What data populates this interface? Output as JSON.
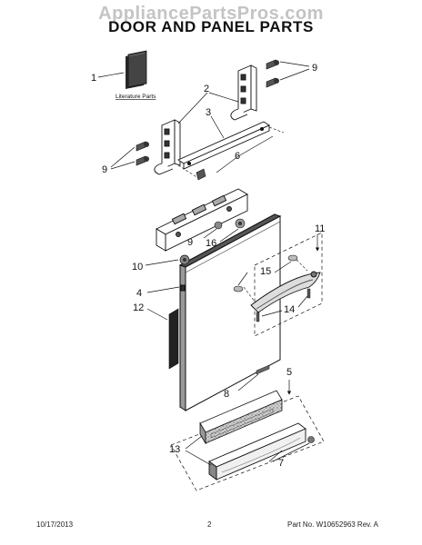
{
  "watermark": "AppliancePartsPros.com",
  "title": "DOOR AND PANEL PARTS",
  "literature_caption": "Literature Parts",
  "callouts": {
    "c1": "1",
    "c2": "2",
    "c3": "3",
    "c4": "4",
    "c5": "5",
    "c6": "6",
    "c7": "7",
    "c8": "8",
    "c9_top_right": "9",
    "c9_left": "9",
    "c9_middle": "9",
    "c10": "10",
    "c11": "11",
    "c12": "12",
    "c13": "13",
    "c14": "14",
    "c15": "15",
    "c16": "16"
  },
  "footer": {
    "date": "10/17/2013",
    "page": "2",
    "part_no": "Part No. W10652963  Rev. A"
  }
}
